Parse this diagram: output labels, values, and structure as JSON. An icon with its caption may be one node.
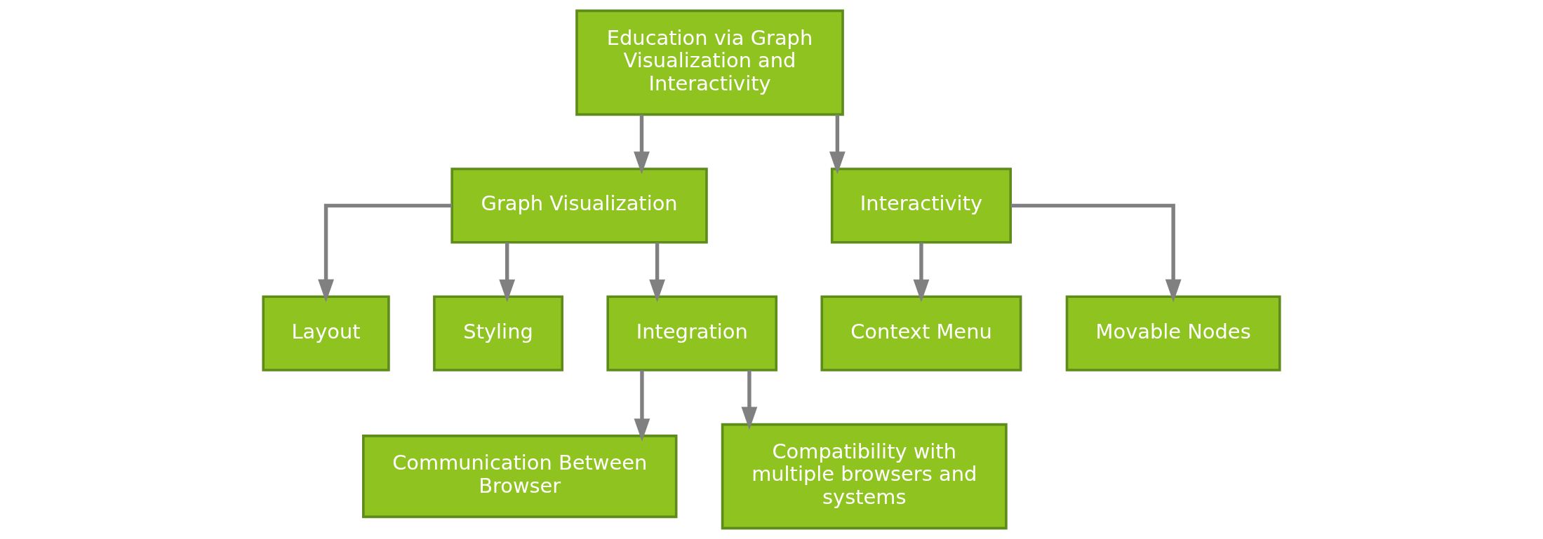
{
  "diagram": {
    "nodes": [
      {
        "text": [
          "Education via Graph Visualization and Interactivity"
        ]
      },
      {
        "text": [
          "Graph Visualization"
        ]
      },
      {
        "text": [
          "Interactivity"
        ]
      },
      {
        "text": [
          "Layout"
        ]
      },
      {
        "text": [
          "Styling"
        ]
      },
      {
        "text": [
          "Integration"
        ]
      },
      {
        "text": [
          "Context Menu"
        ]
      },
      {
        "text": [
          "Movable Nodes"
        ]
      },
      {
        "text": [
          "Communication Between Browser"
        ]
      },
      {
        "text": [
          "Compatibility with multiple browsers and systems"
        ]
      }
    ],
    "edges": [
      {
        "from": 0,
        "to": 1,
        "arrow": "to"
      },
      {
        "from": 0,
        "to": 2,
        "arrow": "to"
      },
      {
        "from": 1,
        "to": 3,
        "arrow": "to"
      },
      {
        "from": 1,
        "to": 4,
        "arrow": "to"
      },
      {
        "from": 1,
        "to": 5,
        "arrow": "to"
      },
      {
        "from": 2,
        "to": 6,
        "arrow": "to"
      },
      {
        "from": 2,
        "to": 7,
        "arrow": "to"
      },
      {
        "from": 5,
        "to": 8,
        "arrow": "to"
      },
      {
        "from": 5,
        "to": 9,
        "arrow": "to"
      }
    ]
  }
}
